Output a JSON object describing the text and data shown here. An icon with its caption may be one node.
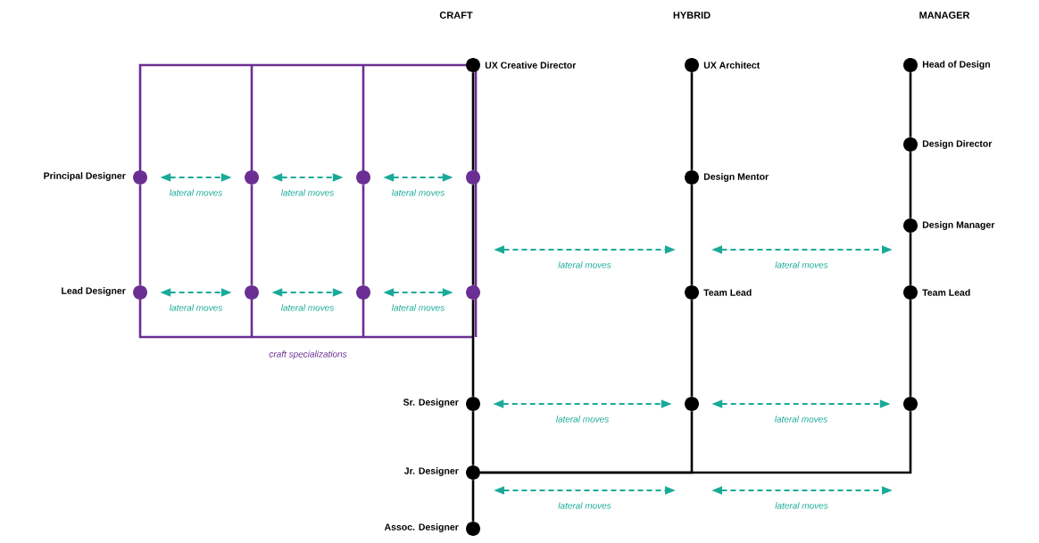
{
  "diagram": {
    "nodes": [
      {
        "text": [],
        "shape": "circle",
        "beside": [
          "UX Creative Director"
        ]
      },
      {
        "text": [],
        "shape": "circle",
        "beside": [
          "UX Architect"
        ]
      },
      {
        "text": [],
        "shape": "circle",
        "beside": [
          "Head of Design"
        ]
      },
      {
        "text": [],
        "shape": "circle",
        "beside": [
          "Design Director"
        ]
      },
      {
        "text": [],
        "shape": "circle",
        "beside": [
          "Principal Designer"
        ]
      },
      {
        "text": [],
        "shape": "circle"
      },
      {
        "text": [],
        "shape": "circle"
      },
      {
        "text": [],
        "shape": "circle"
      },
      {
        "text": [],
        "shape": "circle",
        "beside": [
          "Design Mentor"
        ]
      },
      {
        "text": [],
        "shape": "circle",
        "beside": [
          "Design Manager"
        ]
      },
      {
        "text": [],
        "shape": "circle",
        "beside": [
          "Lead Designer"
        ]
      },
      {
        "text": [],
        "shape": "circle"
      },
      {
        "text": [],
        "shape": "circle"
      },
      {
        "text": [],
        "shape": "circle"
      },
      {
        "text": [],
        "shape": "circle",
        "beside": [
          "Team Lead"
        ]
      },
      {
        "text": [],
        "shape": "circle",
        "beside": [
          "Team Lead"
        ]
      },
      {
        "text": [],
        "shape": "circle",
        "beside": [
          "Sr. Designer"
        ]
      },
      {
        "text": [],
        "shape": "circle"
      },
      {
        "text": [],
        "shape": "circle"
      },
      {
        "text": [],
        "shape": "circle",
        "beside": [
          "Jr. Designer"
        ]
      },
      {
        "text": [],
        "shape": "circle",
        "beside": [
          "Assoc. Designer"
        ]
      }
    ],
    "edges": [
      {
        "from": 0,
        "to": 7,
        "arrow": "none"
      },
      {
        "from": 7,
        "to": 13,
        "arrow": "none"
      },
      {
        "from": 13,
        "to": 16,
        "arrow": "none"
      },
      {
        "from": 16,
        "to": 19,
        "arrow": "none"
      },
      {
        "from": 19,
        "to": 20,
        "arrow": "none"
      },
      {
        "from": 1,
        "to": 8,
        "arrow": "none"
      },
      {
        "from": 8,
        "to": 14,
        "arrow": "none"
      },
      {
        "from": 14,
        "to": 17,
        "arrow": "none"
      },
      {
        "from": 19,
        "to": 17,
        "arrow": "none"
      },
      {
        "from": 2,
        "to": 3,
        "arrow": "none"
      },
      {
        "from": 3,
        "to": 9,
        "arrow": "none"
      },
      {
        "from": 9,
        "to": 15,
        "arrow": "none"
      },
      {
        "from": 15,
        "to": 18,
        "arrow": "none"
      },
      {
        "from": 19,
        "to": 18,
        "arrow": "none"
      },
      {
        "from": 4,
        "to": 10,
        "arrow": "none",
        "color": "#6b2e93"
      },
      {
        "from": 5,
        "to": 11,
        "arrow": "none",
        "color": "#6b2e93"
      },
      {
        "from": 6,
        "to": 12,
        "arrow": "none",
        "color": "#6b2e93"
      },
      {
        "from": 4,
        "to": 5,
        "arrow": "both",
        "label": "lateral moves",
        "style": "dashed",
        "color": "#1aaa99"
      },
      {
        "from": 5,
        "to": 6,
        "arrow": "both",
        "label": "lateral moves",
        "style": "dashed",
        "color": "#1aaa99"
      },
      {
        "from": 6,
        "to": 7,
        "arrow": "both",
        "label": "lateral moves",
        "style": "dashed",
        "color": "#1aaa99"
      },
      {
        "from": 10,
        "to": 11,
        "arrow": "both",
        "label": "lateral moves",
        "style": "dashed",
        "color": "#1aaa99"
      },
      {
        "from": 11,
        "to": 12,
        "arrow": "both",
        "label": "lateral moves",
        "style": "dashed",
        "color": "#1aaa99"
      },
      {
        "from": 12,
        "to": 13,
        "arrow": "both",
        "label": "lateral moves",
        "style": "dashed",
        "color": "#1aaa99"
      },
      {
        "from": 16,
        "to": 17,
        "arrow": "both",
        "label": "lateral moves",
        "style": "dashed",
        "color": "#1aaa99"
      },
      {
        "from": 17,
        "to": 18,
        "arrow": "both",
        "label": "lateral moves",
        "style": "dashed",
        "color": "#1aaa99"
      }
    ],
    "labels": [
      "CRAFT",
      "HYBRID",
      "MANAGER",
      "craft specializations",
      "lateral moves",
      "lateral moves",
      "lateral moves",
      "lateral moves"
    ]
  }
}
